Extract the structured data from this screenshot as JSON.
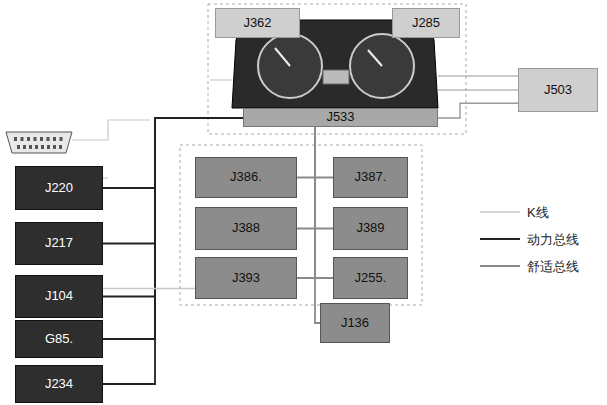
{
  "diagram": {
    "nodes": [
      {
        "text": [
          "J362"
        ]
      },
      {
        "text": [
          "J285"
        ]
      },
      {
        "text": [
          "J533"
        ]
      },
      {
        "text": [
          "J503"
        ]
      },
      {
        "text": [
          "J220"
        ]
      },
      {
        "text": [
          "J217"
        ]
      },
      {
        "text": [
          "J104"
        ]
      },
      {
        "text": [
          "G85."
        ]
      },
      {
        "text": [
          "J234"
        ]
      },
      {
        "text": [
          "J386."
        ]
      },
      {
        "text": [
          "J387."
        ]
      },
      {
        "text": [
          "J388"
        ]
      },
      {
        "text": [
          "J389"
        ]
      },
      {
        "text": [
          "J393"
        ]
      },
      {
        "text": [
          "J255."
        ]
      },
      {
        "text": [
          "J136"
        ]
      }
    ],
    "edges": [
      {
        "from": 2,
        "to": 4,
        "arrow": "none"
      },
      {
        "from": 2,
        "to": 5,
        "arrow": "none"
      },
      {
        "from": 2,
        "to": 6,
        "arrow": "none"
      },
      {
        "from": 2,
        "to": 7,
        "arrow": "none"
      },
      {
        "from": 2,
        "to": 8,
        "arrow": "none"
      },
      {
        "from": 2,
        "to": 9,
        "arrow": "none"
      },
      {
        "from": 2,
        "to": 10,
        "arrow": "none"
      },
      {
        "from": 2,
        "to": 11,
        "arrow": "none"
      },
      {
        "from": 2,
        "to": 12,
        "arrow": "none"
      },
      {
        "from": 2,
        "to": 13,
        "arrow": "none"
      },
      {
        "from": 2,
        "to": 14,
        "arrow": "none"
      },
      {
        "from": 2,
        "to": 15,
        "arrow": "none"
      },
      {
        "from": 6,
        "to": 13,
        "arrow": "none"
      },
      {
        "from": 3,
        "to": 2,
        "arrow": "none"
      }
    ],
    "legend": [
      {
        "text": "K线"
      },
      {
        "text": "动力总线"
      },
      {
        "text": "舒适总线"
      }
    ]
  }
}
